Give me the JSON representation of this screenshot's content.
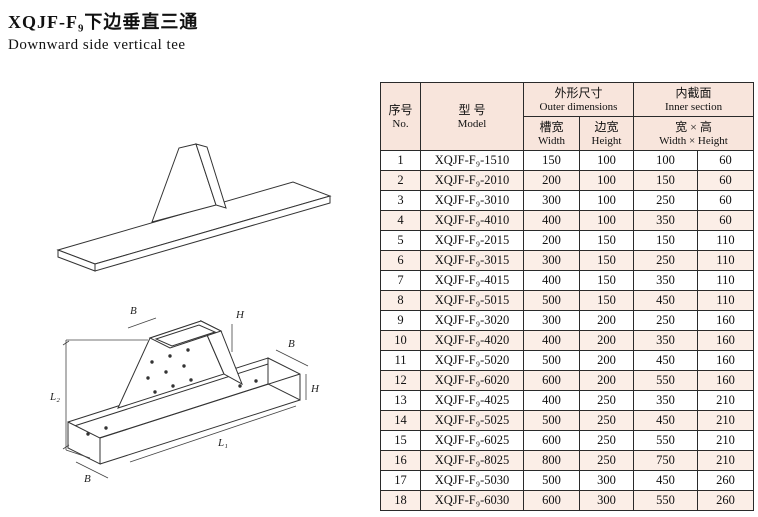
{
  "page": {
    "model_code": "XQJF-F₉",
    "title_cn": "下边垂直三通",
    "title_en": "Downward side vertical tee"
  },
  "drawing": {
    "labels": {
      "b": "B",
      "h": "H",
      "l1": "L₁",
      "l2": "L₂"
    }
  },
  "table": {
    "header": {
      "no_cn": "序号",
      "no_en": "No.",
      "model_cn": "型  号",
      "model_en": "Model",
      "outer_cn": "外形尺寸",
      "outer_en": "Outer dimensions",
      "inner_cn": "内截面",
      "inner_en": "Inner section",
      "groove_cn": "槽宽",
      "groove_en": "Width",
      "side_cn": "边宽",
      "side_en": "Height",
      "wh_cn": "宽 × 高",
      "wh_en": "Width × Height"
    },
    "rows": [
      {
        "no": "1",
        "model": "XQJF-F₉-1510",
        "ow": "150",
        "oh": "100",
        "iw": "100",
        "ih": "60"
      },
      {
        "no": "2",
        "model": "XQJF-F₉-2010",
        "ow": "200",
        "oh": "100",
        "iw": "150",
        "ih": "60"
      },
      {
        "no": "3",
        "model": "XQJF-F₉-3010",
        "ow": "300",
        "oh": "100",
        "iw": "250",
        "ih": "60"
      },
      {
        "no": "4",
        "model": "XQJF-F₉-4010",
        "ow": "400",
        "oh": "100",
        "iw": "350",
        "ih": "60"
      },
      {
        "no": "5",
        "model": "XQJF-F₉-2015",
        "ow": "200",
        "oh": "150",
        "iw": "150",
        "ih": "110"
      },
      {
        "no": "6",
        "model": "XQJF-F₉-3015",
        "ow": "300",
        "oh": "150",
        "iw": "250",
        "ih": "110"
      },
      {
        "no": "7",
        "model": "XQJF-F₉-4015",
        "ow": "400",
        "oh": "150",
        "iw": "350",
        "ih": "110"
      },
      {
        "no": "8",
        "model": "XQJF-F₉-5015",
        "ow": "500",
        "oh": "150",
        "iw": "450",
        "ih": "110"
      },
      {
        "no": "9",
        "model": "XQJF-F₉-3020",
        "ow": "300",
        "oh": "200",
        "iw": "250",
        "ih": "160"
      },
      {
        "no": "10",
        "model": "XQJF-F₉-4020",
        "ow": "400",
        "oh": "200",
        "iw": "350",
        "ih": "160"
      },
      {
        "no": "11",
        "model": "XQJF-F₉-5020",
        "ow": "500",
        "oh": "200",
        "iw": "450",
        "ih": "160"
      },
      {
        "no": "12",
        "model": "XQJF-F₉-6020",
        "ow": "600",
        "oh": "200",
        "iw": "550",
        "ih": "160"
      },
      {
        "no": "13",
        "model": "XQJF-F₉-4025",
        "ow": "400",
        "oh": "250",
        "iw": "350",
        "ih": "210"
      },
      {
        "no": "14",
        "model": "XQJF-F₉-5025",
        "ow": "500",
        "oh": "250",
        "iw": "450",
        "ih": "210"
      },
      {
        "no": "15",
        "model": "XQJF-F₉-6025",
        "ow": "600",
        "oh": "250",
        "iw": "550",
        "ih": "210"
      },
      {
        "no": "16",
        "model": "XQJF-F₉-8025",
        "ow": "800",
        "oh": "250",
        "iw": "750",
        "ih": "210"
      },
      {
        "no": "17",
        "model": "XQJF-F₉-5030",
        "ow": "500",
        "oh": "300",
        "iw": "450",
        "ih": "260"
      },
      {
        "no": "18",
        "model": "XQJF-F₉-6030",
        "ow": "600",
        "oh": "300",
        "iw": "550",
        "ih": "260"
      }
    ]
  }
}
